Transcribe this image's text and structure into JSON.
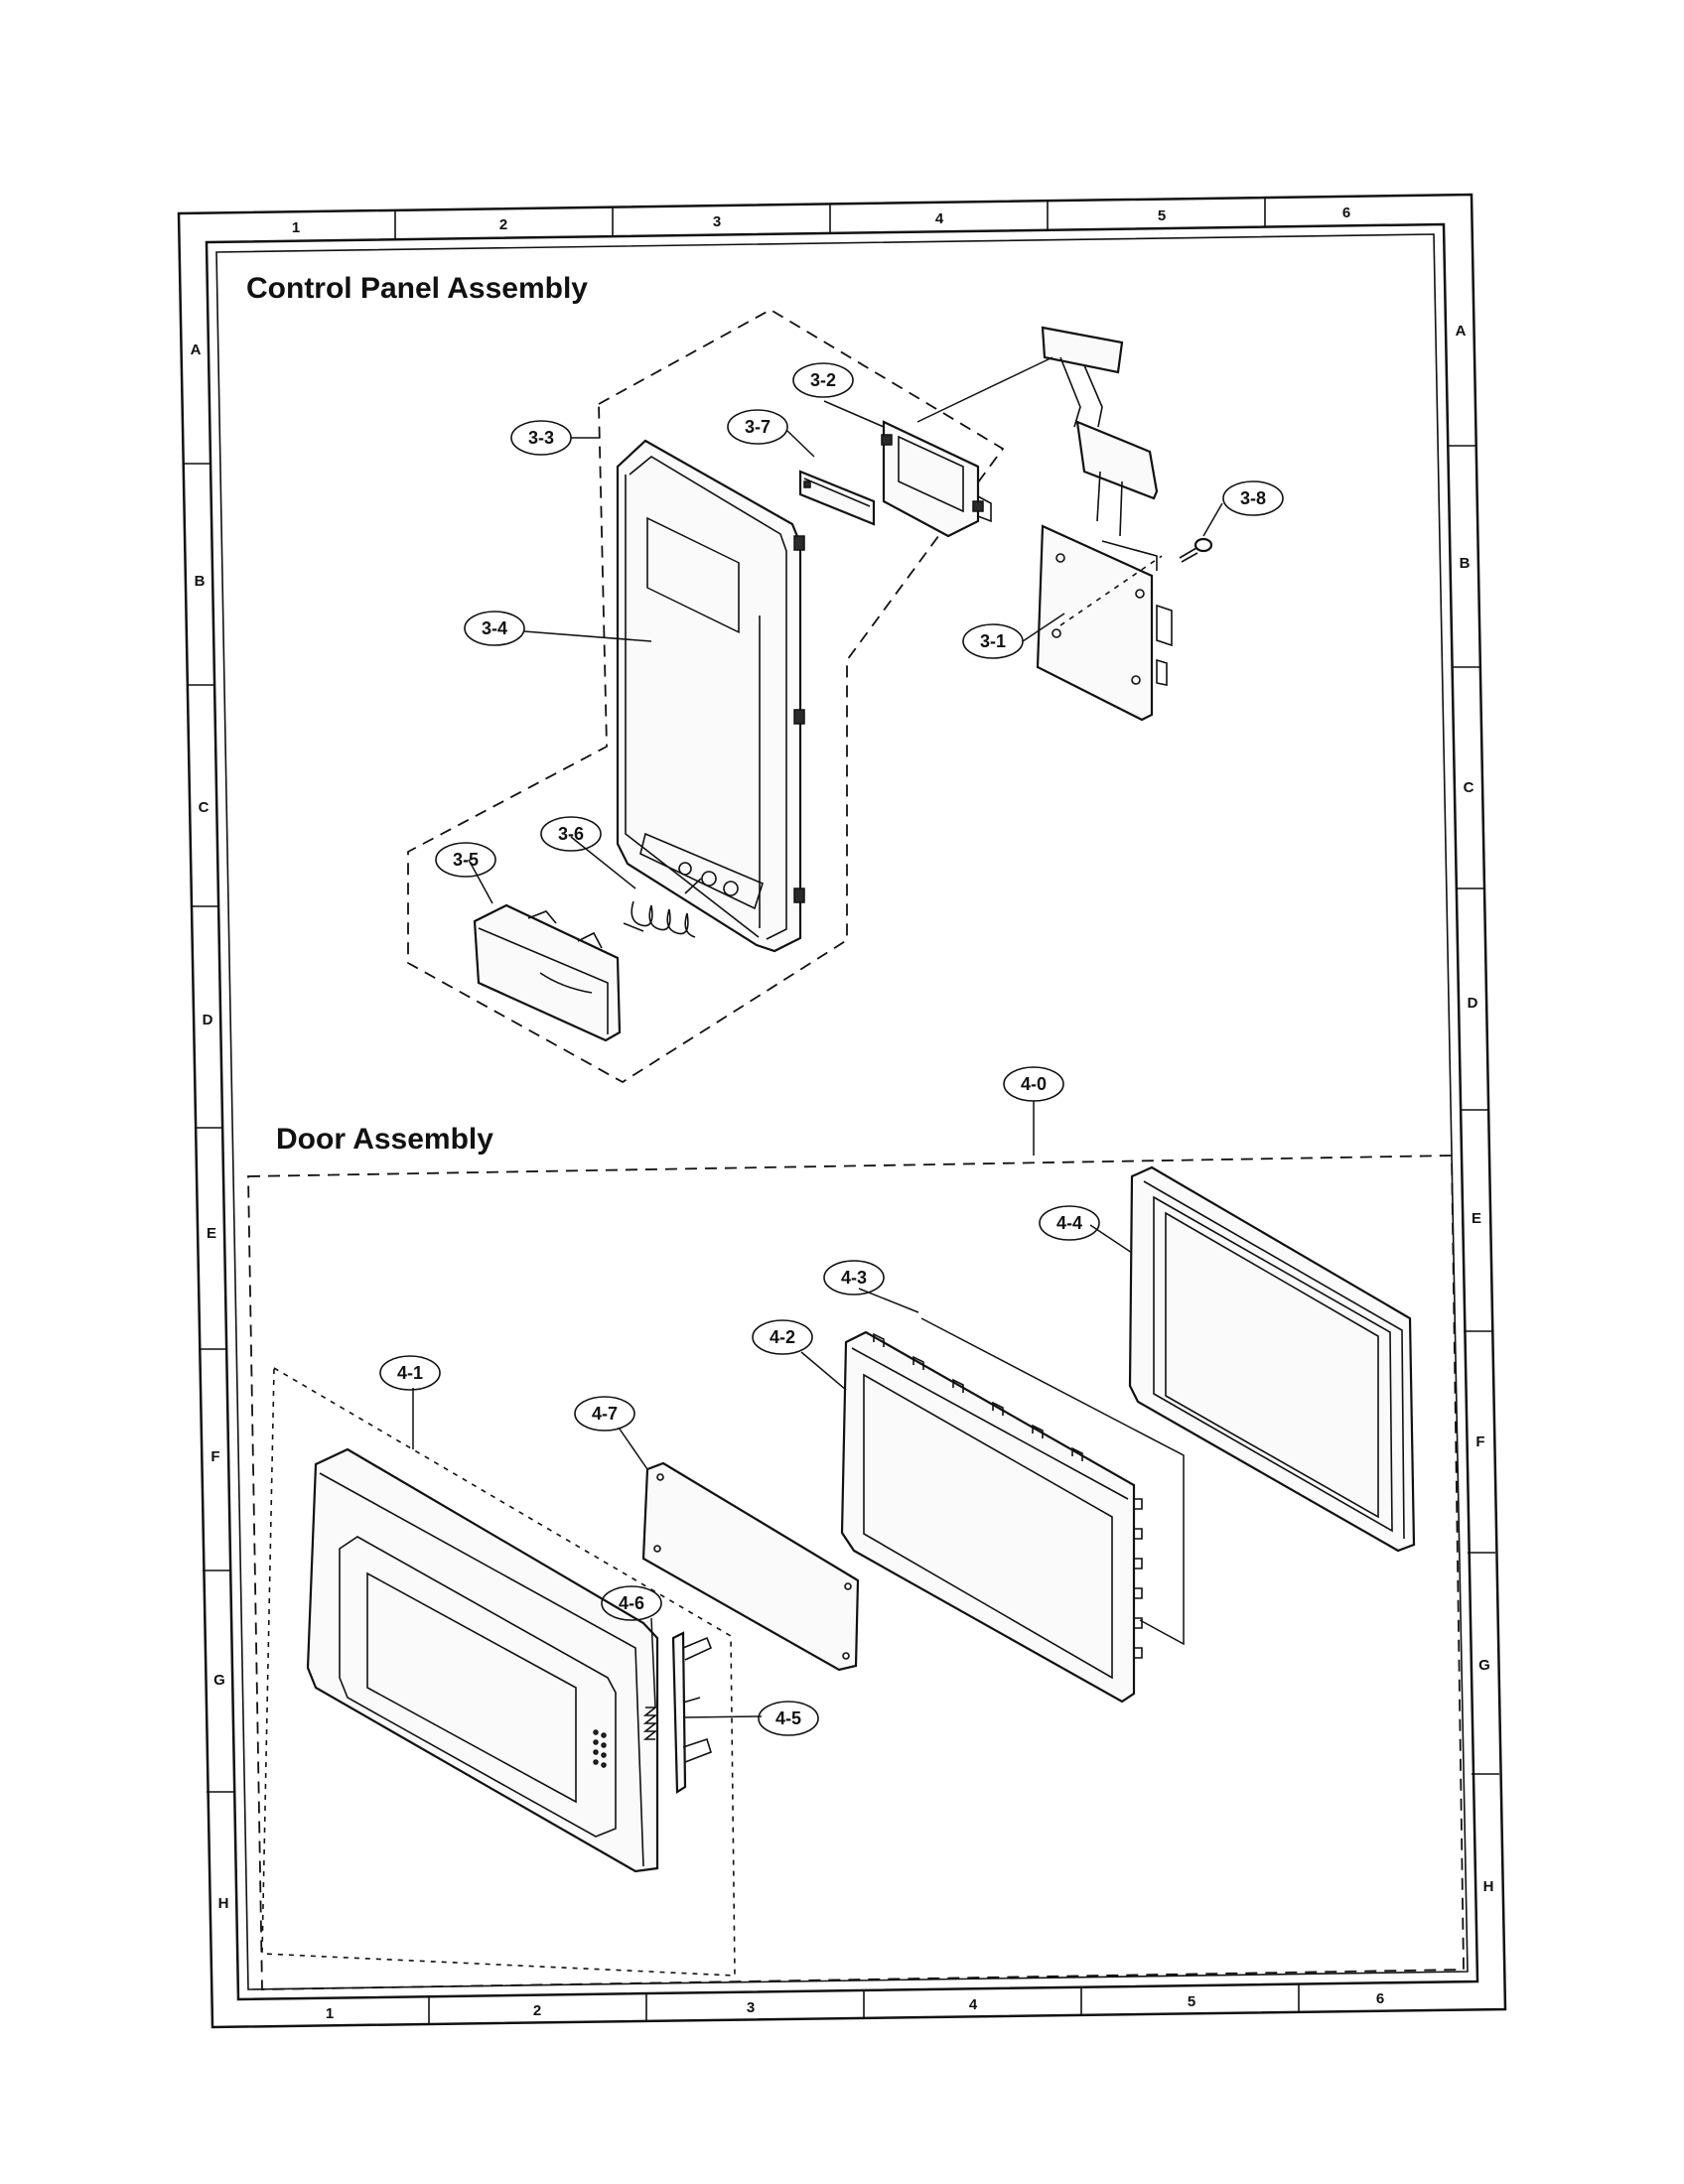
{
  "sections": {
    "control_panel_title": "Control Panel Assembly",
    "door_title": "Door Assembly"
  },
  "grid": {
    "columns": [
      "1",
      "2",
      "3",
      "4",
      "5",
      "6"
    ],
    "rows": [
      "A",
      "B",
      "C",
      "D",
      "E",
      "F",
      "G",
      "H"
    ]
  },
  "callouts": {
    "c3_1": "3-1",
    "c3_2": "3-2",
    "c3_3": "3-3",
    "c3_4": "3-4",
    "c3_5": "3-5",
    "c3_6": "3-6",
    "c3_7": "3-7",
    "c3_8": "3-8",
    "c4_0": "4-0",
    "c4_1": "4-1",
    "c4_2": "4-2",
    "c4_3": "4-3",
    "c4_4": "4-4",
    "c4_5": "4-5",
    "c4_6": "4-6",
    "c4_7": "4-7"
  }
}
